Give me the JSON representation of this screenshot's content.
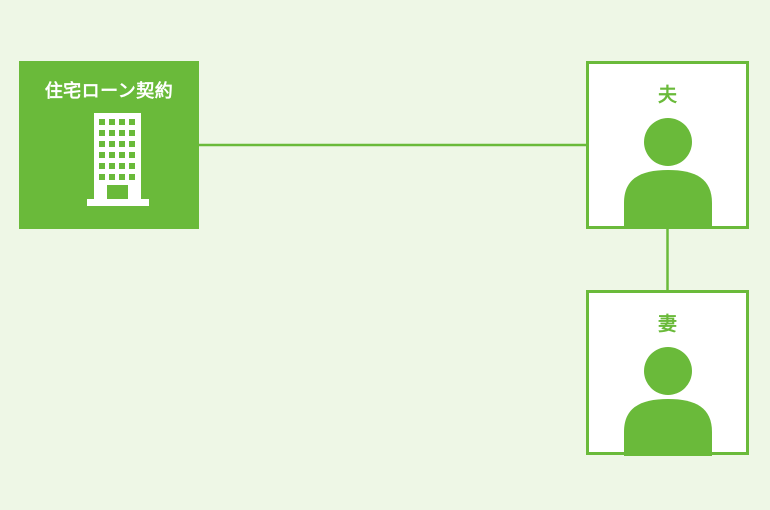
{
  "diagram": {
    "loan": {
      "label": "住宅ローン契約",
      "icon": "office-building-icon"
    },
    "husband": {
      "label": "夫",
      "icon": "person-icon"
    },
    "wife": {
      "label": "妻",
      "icon": "person-icon"
    },
    "colors": {
      "accent": "#6aba3a",
      "background": "#eef7e6",
      "card": "#ffffff"
    }
  }
}
